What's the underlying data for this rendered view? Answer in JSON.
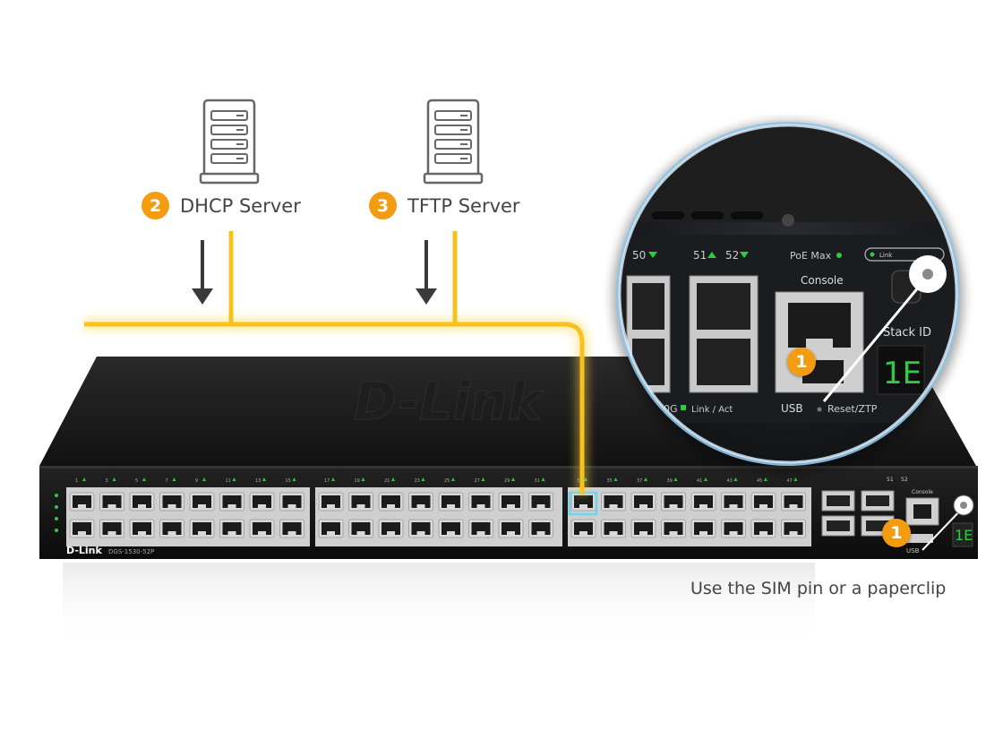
{
  "servers": [
    {
      "step": "2",
      "label": "DHCP Server",
      "icon": "server-tower-icon"
    },
    {
      "step": "3",
      "label": "TFTP Server",
      "icon": "server-tower-icon"
    }
  ],
  "device": {
    "brand": "D-Link",
    "model": "DGS-1530-52P",
    "port_numbers_top": [
      "1",
      "3",
      "5",
      "7",
      "9",
      "11",
      "13",
      "15",
      "17",
      "19",
      "21",
      "23",
      "25",
      "27",
      "29",
      "31",
      "33",
      "35",
      "37",
      "39",
      "41",
      "43",
      "45",
      "47"
    ],
    "sfp_labels": [
      "51",
      "52"
    ],
    "zoom_sfp_labels": [
      "50",
      "51",
      "52"
    ],
    "poe_max_label": "PoE Max",
    "console_label": "Console",
    "stack_id_label": "Stack ID",
    "stack_id_display": "1E",
    "usb_label": "USB",
    "reset_label": "Reset/ZTP",
    "link_act_label": "Link / Act",
    "speed_label": "10G",
    "link_label": "Link"
  },
  "annotation": {
    "step": "1",
    "caption": "Use the SIM pin or a paperclip"
  },
  "colors": {
    "accent": "#f39c12",
    "cable": "#f7c21b",
    "device_body": "#1a1a1a",
    "highlight_port": "#6fd3f0",
    "led_green": "#2ecc40"
  }
}
